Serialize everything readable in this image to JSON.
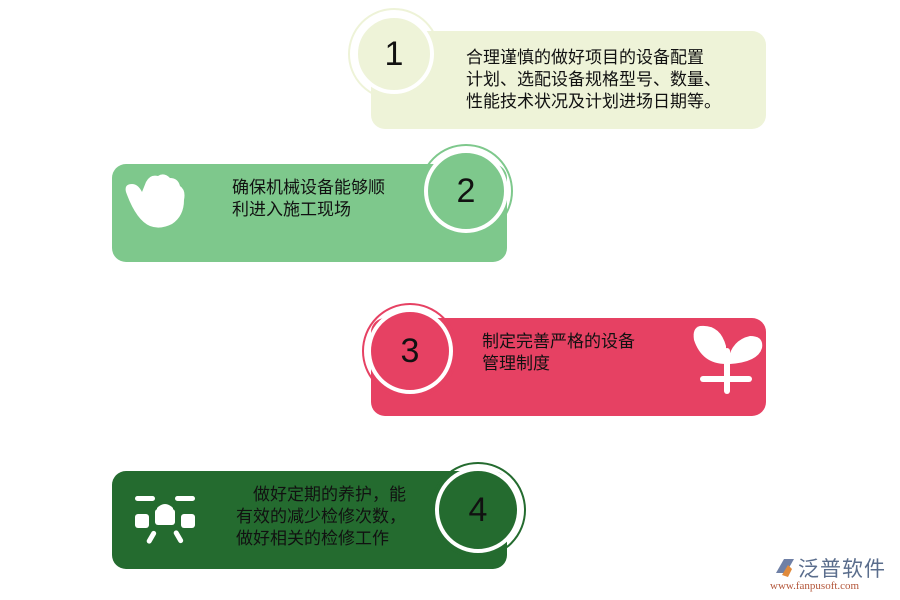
{
  "steps": [
    {
      "number": "1",
      "text_lines": [
        "合理谨慎的做好项目的设备配置",
        "计划、选配设备规格型号、数量、",
        "性能技术状况及计划进场日期等。"
      ],
      "color": "#eef3d8",
      "icon": "none"
    },
    {
      "number": "2",
      "text_lines": [
        "确保机械设备能够顺",
        "利进入施工现场"
      ],
      "color": "#7ec88c",
      "icon": "hand-icon"
    },
    {
      "number": "3",
      "text_lines": [
        "制定完善严格的设备",
        "管理制度"
      ],
      "color": "#e64163",
      "icon": "sprout-icon"
    },
    {
      "number": "4",
      "text_lines": [
        "　做好定期的养护，能",
        "有效的减少检修次数，",
        "做好相关的检修工作"
      ],
      "color": "#246b2f",
      "icon": "network-icon"
    }
  ],
  "logo": {
    "name": "泛普软件",
    "url": "www.fanpusoft.com"
  }
}
